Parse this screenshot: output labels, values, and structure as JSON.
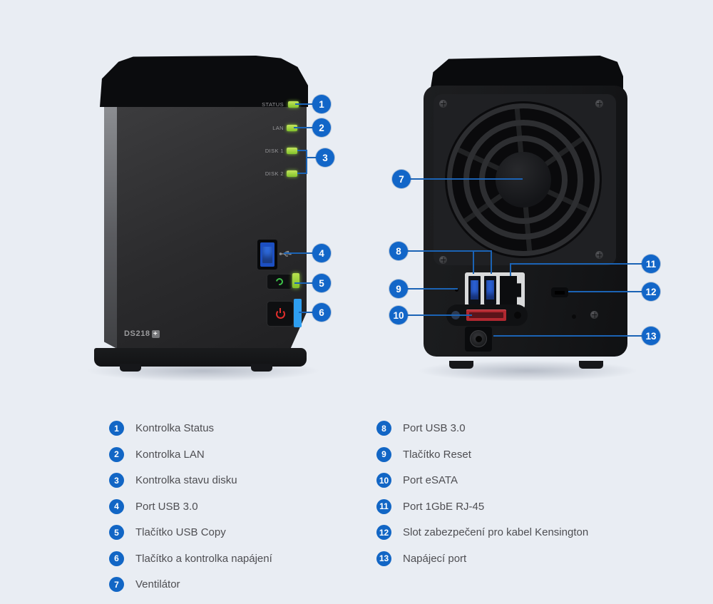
{
  "colors": {
    "background": "#e9edf3",
    "callout_blue": "#1266c8",
    "line_blue": "#1b63b5",
    "led_green": "#8fd435",
    "usb_blue": "#2f6ce0",
    "esata_red": "#b02830",
    "power_red": "#e02e2c",
    "accent_blue": "#2e9ef0"
  },
  "front_view": {
    "model": "DS218",
    "model_suffix": "+",
    "led_labels": [
      "STATUS",
      "LAN",
      "DISK 1",
      "DISK 2"
    ]
  },
  "callouts": [
    "1",
    "2",
    "3",
    "4",
    "5",
    "6",
    "7",
    "8",
    "9",
    "10",
    "11",
    "12",
    "13"
  ],
  "legend_left": [
    {
      "num": "1",
      "label": "Kontrolka Status"
    },
    {
      "num": "2",
      "label": "Kontrolka LAN"
    },
    {
      "num": "3",
      "label": "Kontrolka stavu disku"
    },
    {
      "num": "4",
      "label": "Port USB 3.0"
    },
    {
      "num": "5",
      "label": "Tlačítko USB Copy"
    },
    {
      "num": "6",
      "label": "Tlačítko a kontrolka napájení"
    },
    {
      "num": "7",
      "label": "Ventilátor"
    }
  ],
  "legend_right": [
    {
      "num": "8",
      "label": "Port USB 3.0"
    },
    {
      "num": "9",
      "label": "Tlačítko Reset"
    },
    {
      "num": "10",
      "label": "Port eSATA"
    },
    {
      "num": "11",
      "label": "Port 1GbE RJ-45"
    },
    {
      "num": "12",
      "label": "Slot zabezpečení pro kabel Kensington"
    },
    {
      "num": "13",
      "label": "Napájecí port"
    }
  ]
}
